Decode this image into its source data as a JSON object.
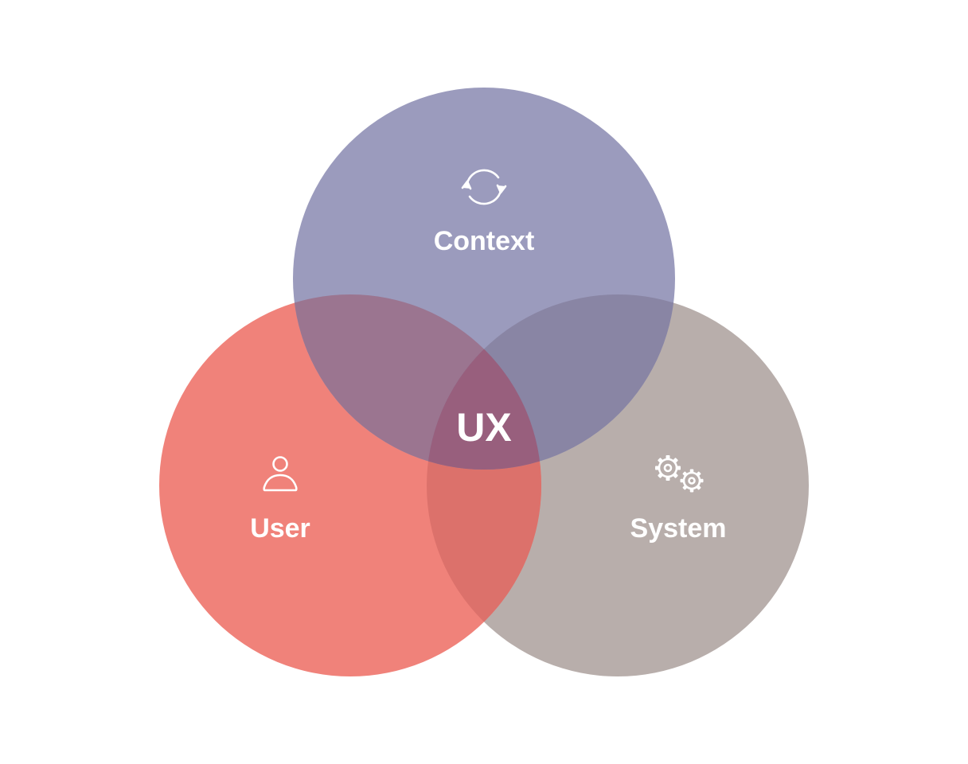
{
  "diagram": {
    "center_label": "UX",
    "sets": [
      {
        "key": "context",
        "label": "Context",
        "icon": "refresh-icon",
        "color": "#9b9bbd"
      },
      {
        "key": "user",
        "label": "User",
        "icon": "user-icon",
        "color": "#f0827a"
      },
      {
        "key": "system",
        "label": "System",
        "icon": "gears-icon",
        "color": "#b8aeab"
      }
    ],
    "intersection_colors": {
      "user_context": "#9b7590",
      "context_system": "#8985a4",
      "user_system": "#dc716b",
      "all": "#985f7d"
    }
  }
}
